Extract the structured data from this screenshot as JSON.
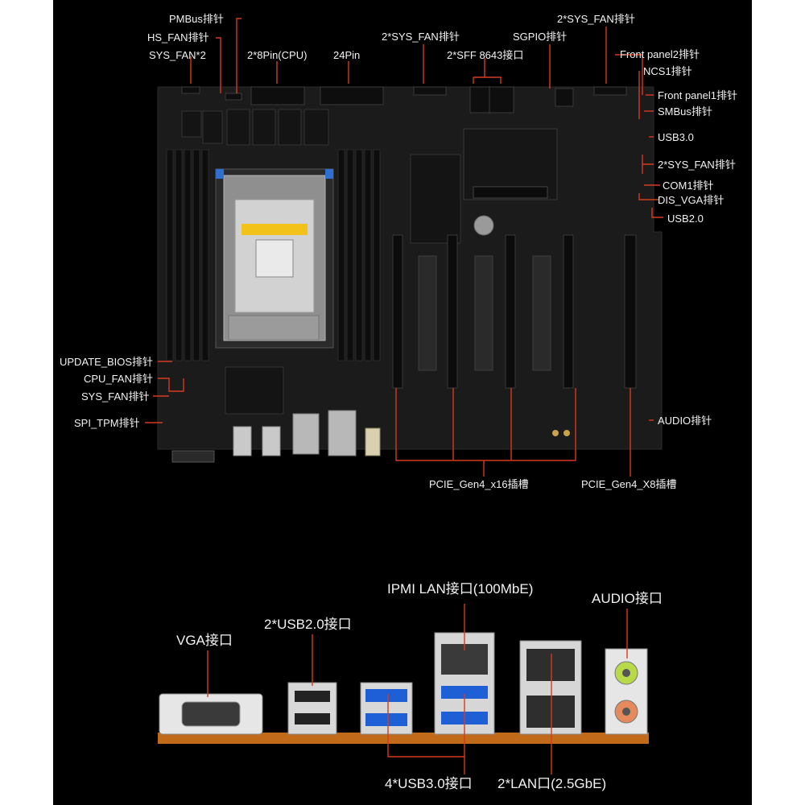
{
  "top_labels": {
    "pmbus": "PMBus排针",
    "hs_fan": "HS_FAN排针",
    "sys_fan_2": "SYS_FAN*2",
    "cpu_8pin": "2*8Pin(CPU)",
    "pin24": "24Pin",
    "sys_fan_top_mid": "2*SYS_FAN排针",
    "sff8643": "2*SFF 8643接口",
    "sgpio": "SGPIO排针",
    "sys_fan_top_right": "2*SYS_FAN排针"
  },
  "right_labels": {
    "front_panel2": "Front panel2排针",
    "ncs1": "NCS1排针",
    "front_panel1": "Front panel1排针",
    "smbus": "SMBus排针",
    "usb30": "USB3.0",
    "sys_fan_right": "2*SYS_FAN排针",
    "com1": "COM1排针",
    "dis_vga": "DIS_VGA排针",
    "usb20": "USB2.0",
    "audio_header": "AUDIO排针"
  },
  "left_labels": {
    "update_bios": "UPDATE_BIOS排针",
    "cpu_fan": "CPU_FAN排针",
    "sys_fan_left": "SYS_FAN排针",
    "spi_tpm": "SPI_TPM排针"
  },
  "bottom_labels": {
    "pcie_x16": "PCIE_Gen4_x16插槽",
    "pcie_x8": "PCIE_Gen4_X8插槽"
  },
  "io_labels": {
    "ipmi_lan": "IPMI LAN接口(100MbE)",
    "audio_port": "AUDIO接口",
    "vga_port": "VGA接口",
    "usb20_ports": "2*USB2.0接口",
    "usb30_ports": "4*USB3.0接口",
    "lan_ports": "2*LAN口(2.5GbE)"
  },
  "colors": {
    "background": "#000000",
    "callout_line": "#d63b1f",
    "board": "#1b1b1c",
    "usb3_blue": "#1f5fd6",
    "audio_green": "#b8d94a",
    "audio_orange": "#e58a5c",
    "io_shield": "#c06a1a"
  }
}
